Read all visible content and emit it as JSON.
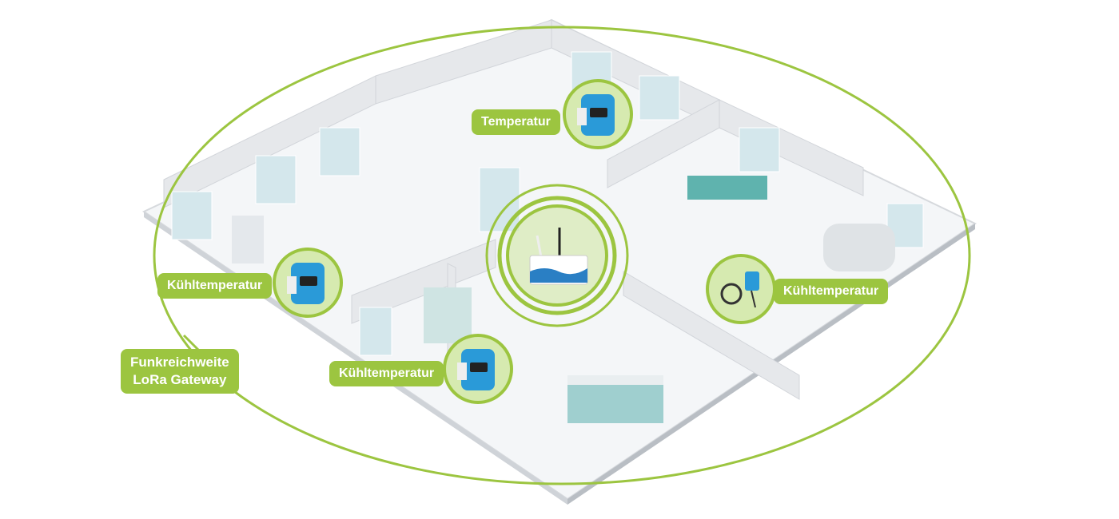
{
  "labels": {
    "temperature": "Temperatur",
    "cooling_left": "Kühltemperatur",
    "cooling_bottom": "Kühltemperatur",
    "cooling_right": "Kühltemperatur",
    "range_line1": "Funkreichweite",
    "range_line2": "LoRa Gateway"
  },
  "colors": {
    "accent_green": "#9cc540",
    "sensor_blue": "#2a9ad8",
    "floor": "#f3f5f7",
    "wall": "#e4e6e9"
  }
}
